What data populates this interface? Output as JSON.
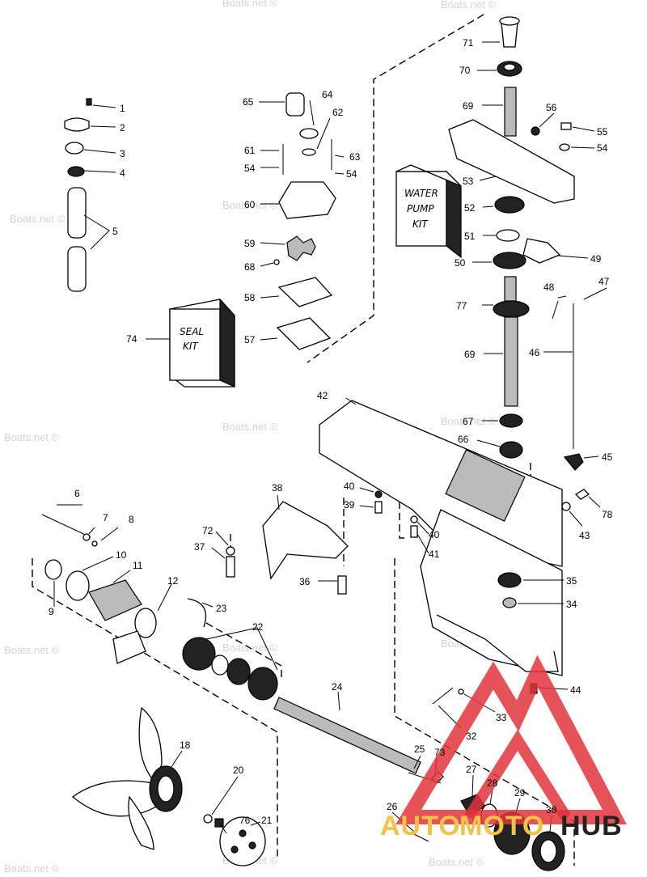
{
  "watermark": {
    "text": "Boats.net ©"
  },
  "logo": {
    "text_a": "AUTO",
    "text_b": "MOTO",
    "text_c": "HUB",
    "accent_color": "#e0343a",
    "gold_color": "#f2c24a"
  },
  "kits": {
    "water_pump_kit": {
      "line1": "WATER",
      "line2": "PUMP",
      "line3": "KIT"
    },
    "seal_kit": {
      "line1": "SEAL",
      "line2": "KIT"
    }
  },
  "callouts": {
    "c1": "1",
    "c2": "2",
    "c3": "3",
    "c4": "4",
    "c5": "5",
    "c6": "6",
    "c7": "7",
    "c8": "8",
    "c9": "9",
    "c10": "10",
    "c11": "11",
    "c12": "12",
    "c18": "18",
    "c20": "20",
    "c21": "21",
    "c22": "22",
    "c23": "23",
    "c24": "24",
    "c25": "25",
    "c26": "26",
    "c27": "27",
    "c28": "28",
    "c29": "29",
    "c30": "30",
    "c32": "32",
    "c33": "33",
    "c34": "34",
    "c35": "35",
    "c36": "36",
    "c37": "37",
    "c38": "38",
    "c39": "39",
    "c40a": "40",
    "c40b": "40",
    "c41": "41",
    "c42": "42",
    "c43": "43",
    "c44": "44",
    "c45": "45",
    "c46": "46",
    "c47": "47",
    "c48": "48",
    "c49": "49",
    "c50": "50",
    "c51": "51",
    "c52": "52",
    "c53": "53",
    "c54a": "54",
    "c54b": "54",
    "c54c": "54",
    "c55": "55",
    "c56": "56",
    "c57": "57",
    "c58": "58",
    "c59": "59",
    "c60": "60",
    "c61": "61",
    "c62": "62",
    "c63": "63",
    "c64": "64",
    "c65": "65",
    "c66": "66",
    "c67": "67",
    "c68": "68",
    "c69a": "69",
    "c69b": "69",
    "c70": "70",
    "c71": "71",
    "c72": "72",
    "c73": "73",
    "c74": "74",
    "c76": "76",
    "c77": "77",
    "c78": "78"
  }
}
